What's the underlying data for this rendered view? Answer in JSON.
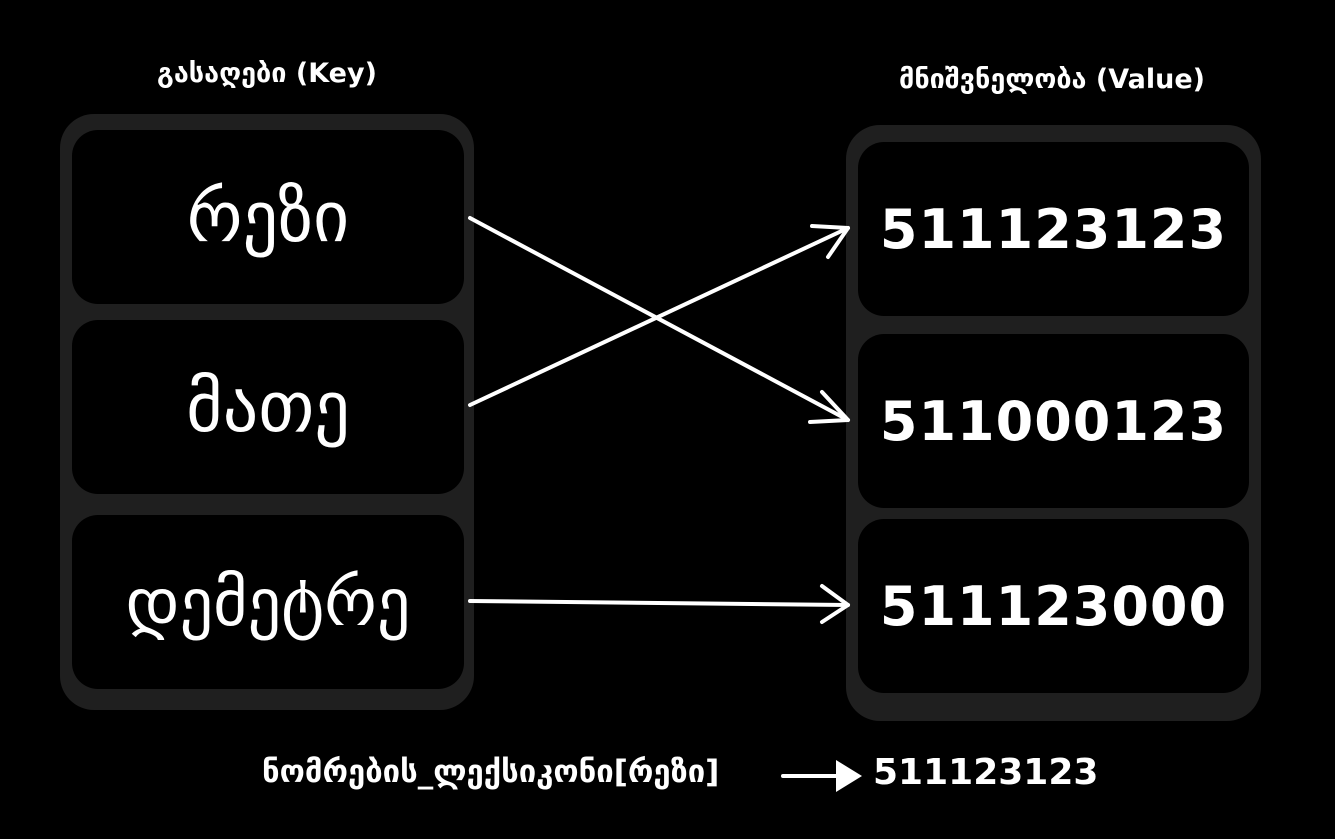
{
  "keys_title": "გასაღები (Key)",
  "values_title": "მნიშვნელობა (Value)",
  "keys": [
    "რეზი",
    "მათე",
    "დემეტრე"
  ],
  "values": [
    "511123123",
    "511000123",
    "511123000"
  ],
  "mappings": [
    {
      "key": "რეზი",
      "value": "511000123"
    },
    {
      "key": "მათე",
      "value": "511123123"
    },
    {
      "key": "დემეტრე",
      "value": "511123000"
    }
  ],
  "lookup": {
    "expression": "ნომრების_ლექსიკონი[რეზი]",
    "result": "511123123"
  },
  "colors": {
    "background": "#000000",
    "panel": "#1f1f1f",
    "cell": "#000000",
    "text": "#ffffff",
    "arrow": "#ffffff"
  }
}
